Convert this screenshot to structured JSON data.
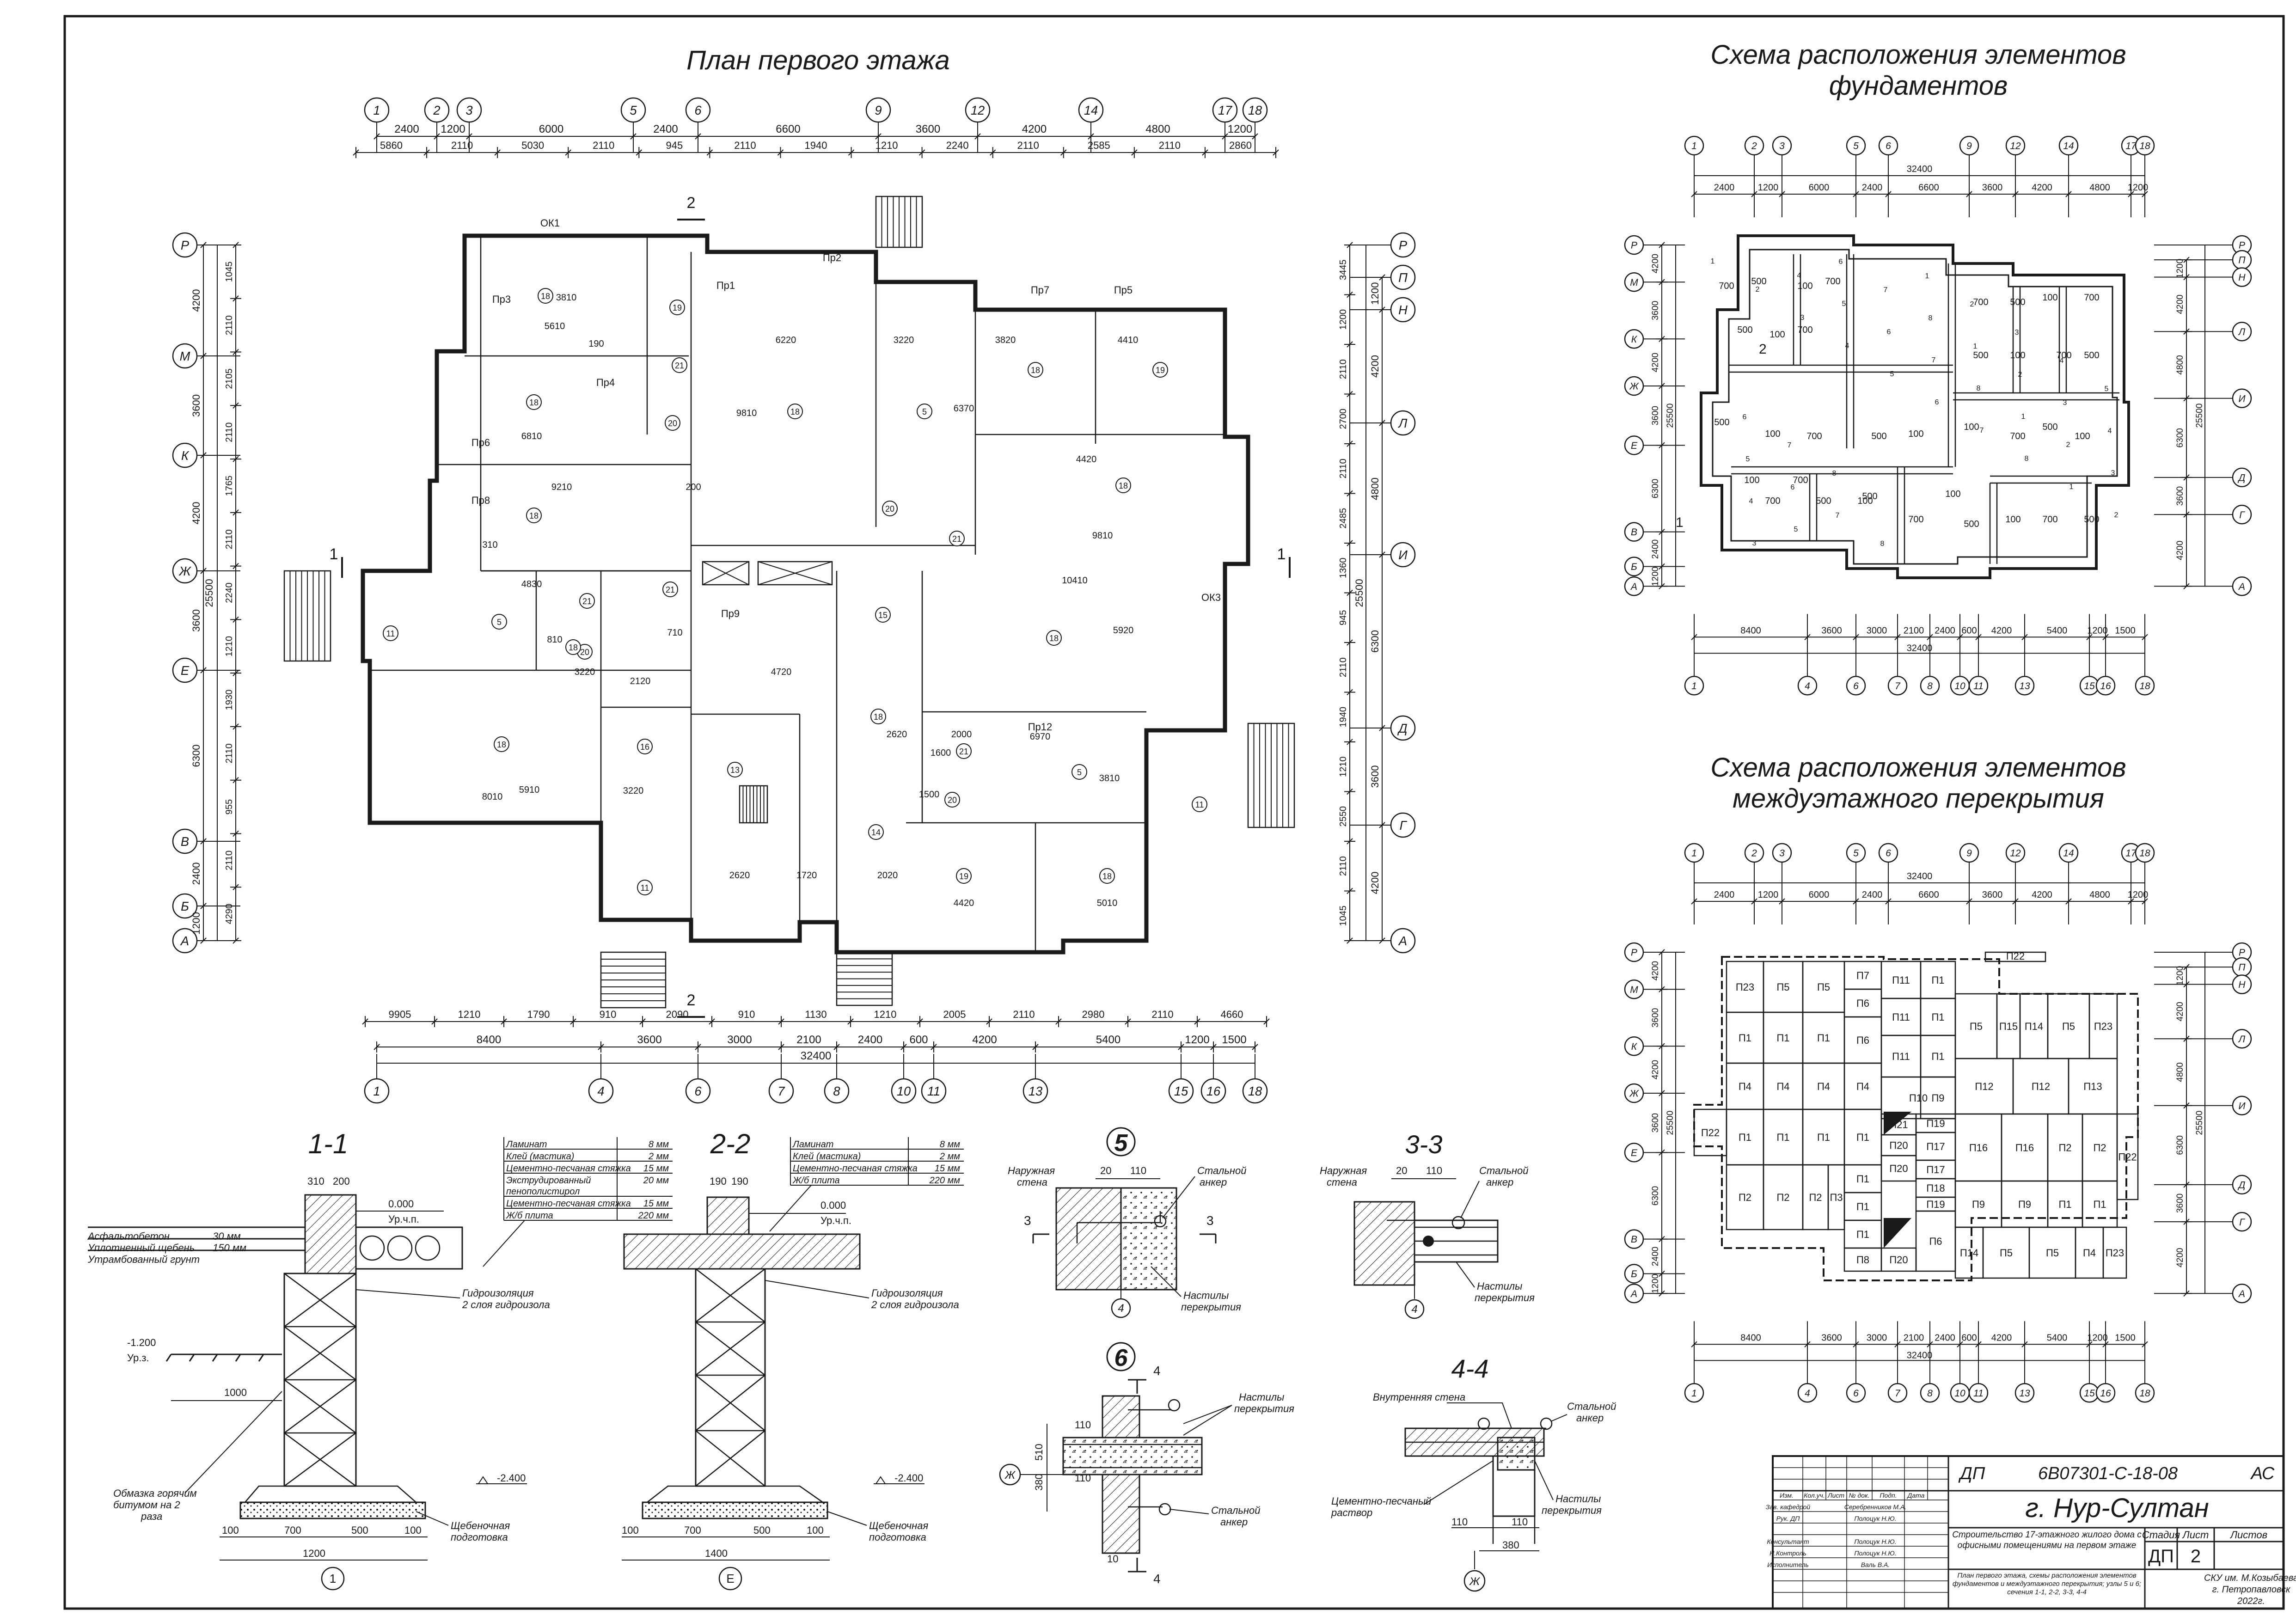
{
  "titles": {
    "plan": "План первого этажа",
    "found_1": "Схема расположения элементов",
    "found_2": "фундаментов",
    "floor_1": "Схема расположения элементов",
    "floor_2": "междуэтажного перекрытия"
  },
  "axes": {
    "plan_top": [
      "1",
      "2",
      "3",
      "5",
      "6",
      "9",
      "12",
      "14",
      "17",
      "18"
    ],
    "plan_bottom": [
      "1",
      "4",
      "6",
      "7",
      "8",
      "10",
      "11",
      "13",
      "15",
      "16",
      "18"
    ],
    "plan_left": [
      "Р",
      "М",
      "К",
      "Ж",
      "Е",
      "В",
      "Б",
      "А"
    ],
    "plan_right": [
      "Р",
      "П",
      "Н",
      "Л",
      "И",
      "Д",
      "Г",
      "А"
    ],
    "scheme_top": [
      "1",
      "2",
      "3",
      "5",
      "6",
      "9",
      "12",
      "14",
      "17",
      "18"
    ],
    "scheme_bottom": [
      "1",
      "4",
      "6",
      "7",
      "8",
      "10",
      "11",
      "13",
      "15",
      "16",
      "18"
    ],
    "scheme_left": [
      "Р",
      "М",
      "К",
      "Ж",
      "Е",
      "В",
      "Б",
      "А"
    ],
    "scheme_right": [
      "Р",
      "П",
      "Н",
      "Л",
      "И",
      "Д",
      "Г",
      "А"
    ]
  },
  "plan_dims": {
    "top1": [
      "2400",
      "1200",
      "6000",
      "2400",
      "6600",
      "3600",
      "4200",
      "4800",
      "1200"
    ],
    "top2": [
      "5860",
      "2110",
      "5030",
      "2110",
      "945",
      "2110",
      "1940",
      "1210",
      "2240",
      "2110",
      "2585",
      "2110",
      "2860"
    ],
    "bottom1": [
      "9905",
      "1210",
      "1790",
      "910",
      "2090",
      "910",
      "1130",
      "1210",
      "2005",
      "2110",
      "2980",
      "2110",
      "4660"
    ],
    "bottom2": [
      "8400",
      "3600",
      "3000",
      "2100",
      "2400",
      "600",
      "4200",
      "5400",
      "1200",
      "1500"
    ],
    "bottom_total": "32400",
    "left_outer": [
      "4200",
      "3600",
      "4200",
      "3600",
      "6300",
      "2400",
      "1200"
    ],
    "left_inner": [
      "1045",
      "2110",
      "2105",
      "2110",
      "1765",
      "2110",
      "2240",
      "1210",
      "1930",
      "2110",
      "955",
      "2110",
      "4290"
    ],
    "left_total": "25500",
    "right_outer": [
      "1200",
      "4200",
      "4800",
      "6300",
      "3600",
      "4200"
    ],
    "right_inner": [
      "3445",
      "1200",
      "2110",
      "2700",
      "2110",
      "2485",
      "1360",
      "945",
      "2110",
      "1940",
      "1210",
      "2550",
      "2110",
      "1045"
    ],
    "right_total": "25500"
  },
  "plan_labels": {
    "rooms": [
      {
        "n": "18"
      },
      {
        "n": "19"
      },
      {
        "n": "18"
      },
      {
        "n": "21"
      },
      {
        "n": "20"
      },
      {
        "n": "18"
      },
      {
        "n": "18"
      },
      {
        "n": "5"
      },
      {
        "n": "18"
      },
      {
        "n": "19"
      },
      {
        "n": "18"
      },
      {
        "n": "21"
      },
      {
        "n": "20"
      },
      {
        "n": "11"
      },
      {
        "n": "5"
      },
      {
        "n": "21"
      },
      {
        "n": "20"
      },
      {
        "n": "21"
      },
      {
        "n": "18"
      },
      {
        "n": "15"
      },
      {
        "n": "18"
      },
      {
        "n": "18"
      },
      {
        "n": "16"
      },
      {
        "n": "13"
      },
      {
        "n": "18"
      },
      {
        "n": "21"
      },
      {
        "n": "20"
      },
      {
        "n": "5"
      },
      {
        "n": "11"
      },
      {
        "n": "14"
      },
      {
        "n": "11"
      },
      {
        "n": "19"
      },
      {
        "n": "18"
      }
    ],
    "openings": [
      "ОК1",
      "Пр2",
      "Пр1",
      "Пр7",
      "Пр5",
      "Пр3",
      "Пр4",
      "Пр6",
      "Пр8",
      "Пр9",
      "Пр12",
      "ОК3"
    ],
    "inner_dims": [
      "5610",
      "6810",
      "9210",
      "4830",
      "6220",
      "3220",
      "3820",
      "4410",
      "9810",
      "4420",
      "10410",
      "4720",
      "2620",
      "8010",
      "3220",
      "2620",
      "1720",
      "2020",
      "4420",
      "5010",
      "6970",
      "5920",
      "6370",
      "9810",
      "3810",
      "3220",
      "5910",
      "3810",
      "2000",
      "1600",
      "1500",
      "2120",
      "810",
      "710",
      "190",
      "200",
      "310"
    ],
    "section_marks": [
      "1",
      "2"
    ]
  },
  "found_dims": {
    "top_total": "32400",
    "top": [
      "2400",
      "1200",
      "6000",
      "2400",
      "6600",
      "3600",
      "4200",
      "4800",
      "1200"
    ],
    "bottom": [
      "8400",
      "3600",
      "3000",
      "2100",
      "2400",
      "600",
      "4200",
      "5400",
      "1200",
      "1500"
    ],
    "bottom_total": "32400",
    "left": [
      "4200",
      "3600",
      "4200",
      "3600",
      "6300",
      "2400",
      "1200"
    ],
    "left_total": "25500",
    "right": [
      "1200",
      "4200",
      "4800",
      "6300",
      "3600",
      "4200"
    ],
    "right_total": "25500",
    "pad_labels": [
      "700",
      "500",
      "100",
      "1",
      "2",
      "3",
      "4",
      "5",
      "6",
      "7",
      "8"
    ]
  },
  "floor_dims": {
    "top_total": "32400",
    "top": [
      "2400",
      "1200",
      "6000",
      "2400",
      "6600",
      "3600",
      "4200",
      "4800",
      "1200"
    ],
    "bottom": [
      "8400",
      "3600",
      "3000",
      "2100",
      "2400",
      "600",
      "4200",
      "5400",
      "1200",
      "1500"
    ],
    "bottom_total": "32400",
    "left": [
      "4200",
      "3600",
      "4200",
      "3600",
      "6300",
      "2400",
      "1200"
    ],
    "left_total": "25500",
    "right": [
      "1200",
      "4200",
      "4800",
      "6300",
      "3600",
      "4200"
    ],
    "right_total": "25500",
    "slabs": [
      "П1",
      "П2",
      "П3",
      "П4",
      "П5",
      "П6",
      "П7",
      "П8",
      "П9",
      "П10",
      "П11",
      "П12",
      "П13",
      "П14",
      "П15",
      "П16",
      "П17",
      "П18",
      "П19",
      "П20",
      "П21",
      "П22",
      "П23"
    ]
  },
  "section_1_1": {
    "title": "1-1",
    "layers": [
      {
        "name": "Ламинат",
        "t": "8 мм"
      },
      {
        "name": "Клей (мастика)",
        "t": "2 мм"
      },
      {
        "name": "Цементно-песчаная стяжка",
        "t": "15 мм"
      },
      {
        "name": "Экструдированный пенополистирол",
        "t": "20 мм"
      },
      {
        "name": "Цементно-песчаная стяжка",
        "t": "15 мм"
      },
      {
        "name": "Ж/б плита",
        "t": "220 мм"
      }
    ],
    "ground": [
      {
        "name": "Асфальтобетон",
        "t": "30 мм"
      },
      {
        "name": "Уплотненный щебень",
        "t": "150 мм"
      },
      {
        "name": "Утрамбованный грунт",
        "t": ""
      }
    ],
    "level_top": "0.000",
    "level_top_label": "Ур.ч.п.",
    "level_ground": "-1.200",
    "level_ground_label": "Ур.з.",
    "level_bottom": "-2.400",
    "dim_top": [
      "310",
      "200"
    ],
    "dim_1000": "1000",
    "dim_base": [
      "100",
      "700",
      "500",
      "100"
    ],
    "dim_total": "1200",
    "gidro": "Гидроизоляция",
    "gidro2": "2 слоя гидроизола",
    "obmazka": "Обмазка горячим",
    "obmazka2": "битумом на 2",
    "obmazka3": "раза",
    "gravel": "Щебеночная",
    "gravel2": "подготовка",
    "axis": "1"
  },
  "section_2_2": {
    "title": "2-2",
    "layers": [
      {
        "name": "Ламинат",
        "t": "8 мм"
      },
      {
        "name": "Клей (мастика)",
        "t": "2 мм"
      },
      {
        "name": "Цементно-песчаная стяжка",
        "t": "15 мм"
      },
      {
        "name": "Ж/б плита",
        "t": "220 мм"
      }
    ],
    "level_top": "0.000",
    "level_top_label": "Ур.ч.п.",
    "level_bottom": "-2.400",
    "dim_top": [
      "190",
      "190"
    ],
    "dim_base": [
      "100",
      "700",
      "500",
      "100"
    ],
    "dim_total": "1400",
    "gidro": "Гидроизоляция",
    "gidro2": "2 слоя гидроизола",
    "gravel": "Щебеночная",
    "gravel2": "подготовка",
    "axis": "Е"
  },
  "node_5": {
    "title": "5",
    "wall": "Наружная",
    "wall2": "стена",
    "anchor": "Стальной",
    "anchor2": "анкер",
    "slab": "Настилы",
    "slab2": "перекрытия",
    "dims": [
      "20",
      "110"
    ],
    "mark": "3",
    "axis": "4"
  },
  "section_3_3": {
    "title": "3-3",
    "wall": "Наружная",
    "wall2": "стена",
    "anchor": "Стальной",
    "anchor2": "анкер",
    "slab": "Настилы",
    "slab2": "перекрытия",
    "dims": [
      "20",
      "110"
    ],
    "axis": "4"
  },
  "node_6": {
    "title": "6",
    "slab": "Настилы",
    "slab2": "перекрытия",
    "anchor": "Стальной",
    "anchor2": "анкер",
    "dims_v": [
      "380",
      "510"
    ],
    "dims": [
      "110",
      "110",
      "10"
    ],
    "mark": "4",
    "axis": "Ж"
  },
  "section_4_4": {
    "title": "4-4",
    "wall": "Внутренняя стена",
    "anchor": "Стальной",
    "anchor2": "анкер",
    "mortar": "Цементно-песчаный",
    "mortar2": "раствор",
    "slab": "Настилы",
    "slab2": "перекрытия",
    "dims": [
      "110",
      "110",
      "380"
    ],
    "axis": "Ж"
  },
  "stamp": {
    "code": "ДП",
    "doc": "6В07301-С-18-08",
    "type": "АС",
    "city": "г. Нур-Султан",
    "project": "Строительство 17-этажного жилого дома с офисными помещениями на первом этаже",
    "sheet_title": "План первого этажа, схемы расположения элементов фундаментов и междуэтажного перекрытия; узлы 5 и 6; сечения 1-1, 2-2, 3-3, 4-4",
    "org": "СКУ им. М.Козыбаева",
    "org2": "г. Петропавловск",
    "year": "2022г.",
    "col_heads": [
      "Изм.",
      "Кол.уч.",
      "Лист",
      "№ док.",
      "Подп.",
      "Дата"
    ],
    "people": [
      {
        "role": "Зав. кафедрой",
        "name": "Серебренников М.А."
      },
      {
        "role": "Рук. ДП",
        "name": "Полоцук Н.Ю."
      },
      {
        "role": "Консультант",
        "name": "Полоцук Н.Ю."
      },
      {
        "role": "Н.Контроль",
        "name": "Полоцук Н.Ю."
      },
      {
        "role": "Исполнитель",
        "name": "Валь В.А."
      }
    ],
    "stage_head": "Стадия",
    "sheet_head": "Лист",
    "sheets_head": "Листов",
    "stage": "ДП",
    "sheet": "2",
    "sheets": ""
  }
}
